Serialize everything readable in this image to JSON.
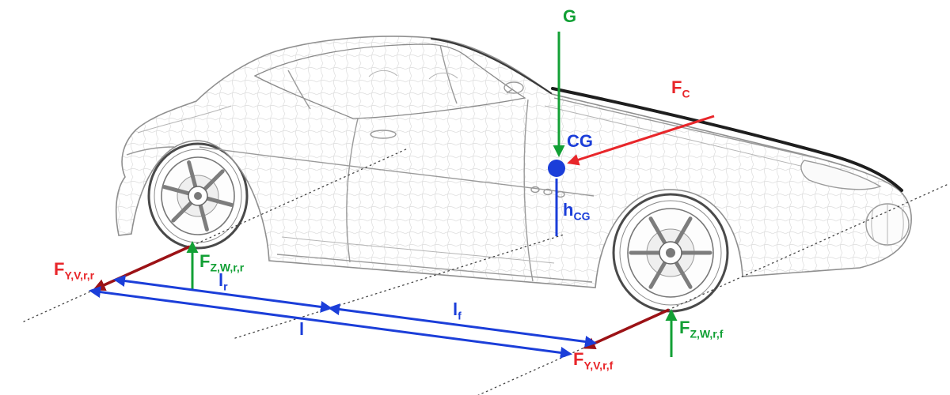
{
  "diagram": {
    "colors": {
      "force_vertical": "#12a035",
      "force_lateral_label": "#e8262a",
      "force_lateral_arrow": "#9c1216",
      "dimension": "#1b3ed9",
      "cg_marker": "#1b3ed9",
      "wireframe": "#9a9a9a"
    },
    "labels": {
      "g": {
        "main": "G",
        "sub": ""
      },
      "fc": {
        "main": "F",
        "sub": "C"
      },
      "cg": {
        "main": "CG",
        "sub": ""
      },
      "hcg": {
        "main": "h",
        "sub": "CG"
      },
      "fy_rr": {
        "main": "F",
        "sub": "Y,V,r,r"
      },
      "fz_rr": {
        "main": "F",
        "sub": "Z,W,r,r"
      },
      "lr": {
        "main": "l",
        "sub": "r"
      },
      "l": {
        "main": "l",
        "sub": ""
      },
      "lf": {
        "main": "l",
        "sub": "f"
      },
      "fz_rf": {
        "main": "F",
        "sub": "Z,W,r,f"
      },
      "fy_rf": {
        "main": "F",
        "sub": "Y,V,r,f"
      }
    }
  }
}
